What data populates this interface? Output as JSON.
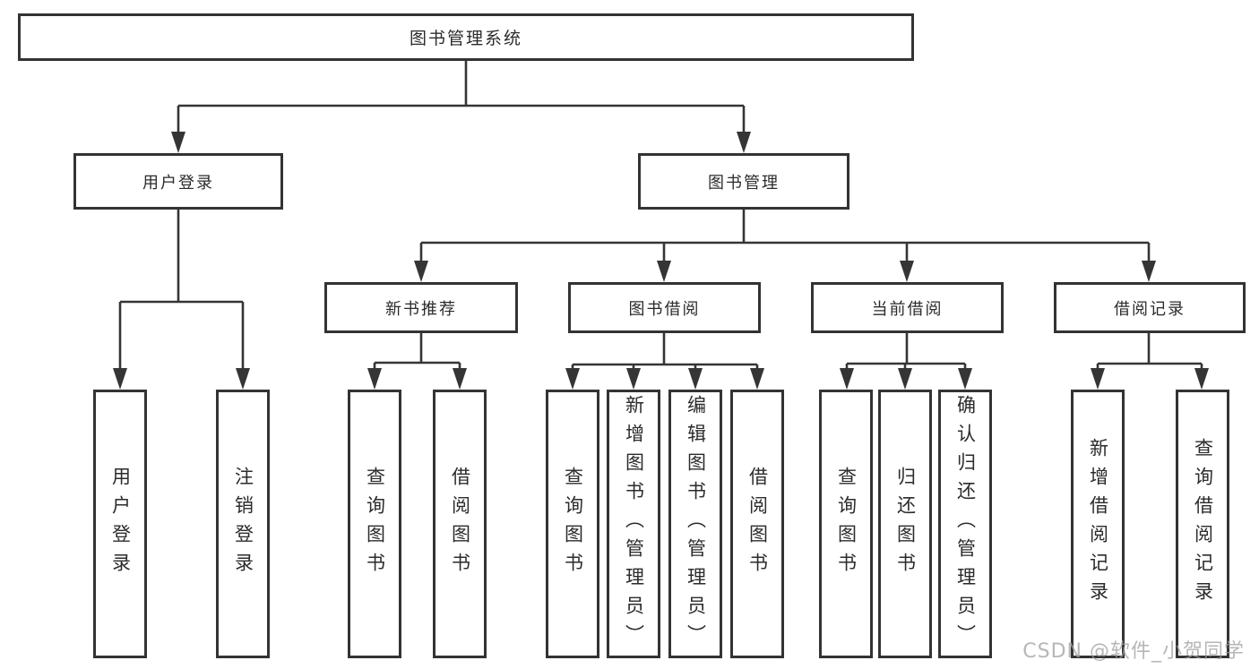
{
  "tree": {
    "root": "图书管理系统",
    "branches": [
      {
        "label": "用户登录",
        "children": [
          "用户登录",
          "注销登录"
        ]
      },
      {
        "label": "图书管理",
        "children": [
          {
            "label": "新书推荐",
            "children": [
              "查询图书",
              "借阅图书"
            ]
          },
          {
            "label": "图书借阅",
            "children": [
              "查询图书",
              "新增图书（管理员）",
              "编辑图书（管理员）",
              "借阅图书"
            ]
          },
          {
            "label": "当前借阅",
            "children": [
              "查询图书",
              "归还图书",
              "确认归还（管理员）"
            ]
          },
          {
            "label": "借阅记录",
            "children": [
              "新增借阅记录",
              "查询借阅记录"
            ]
          }
        ]
      }
    ]
  },
  "colors": {
    "line": "#353535",
    "text": "#2b2b2b",
    "background": "#ffffff",
    "watermark": "#9e9e9e"
  },
  "watermark": "CSDN @软件_小贺同学"
}
